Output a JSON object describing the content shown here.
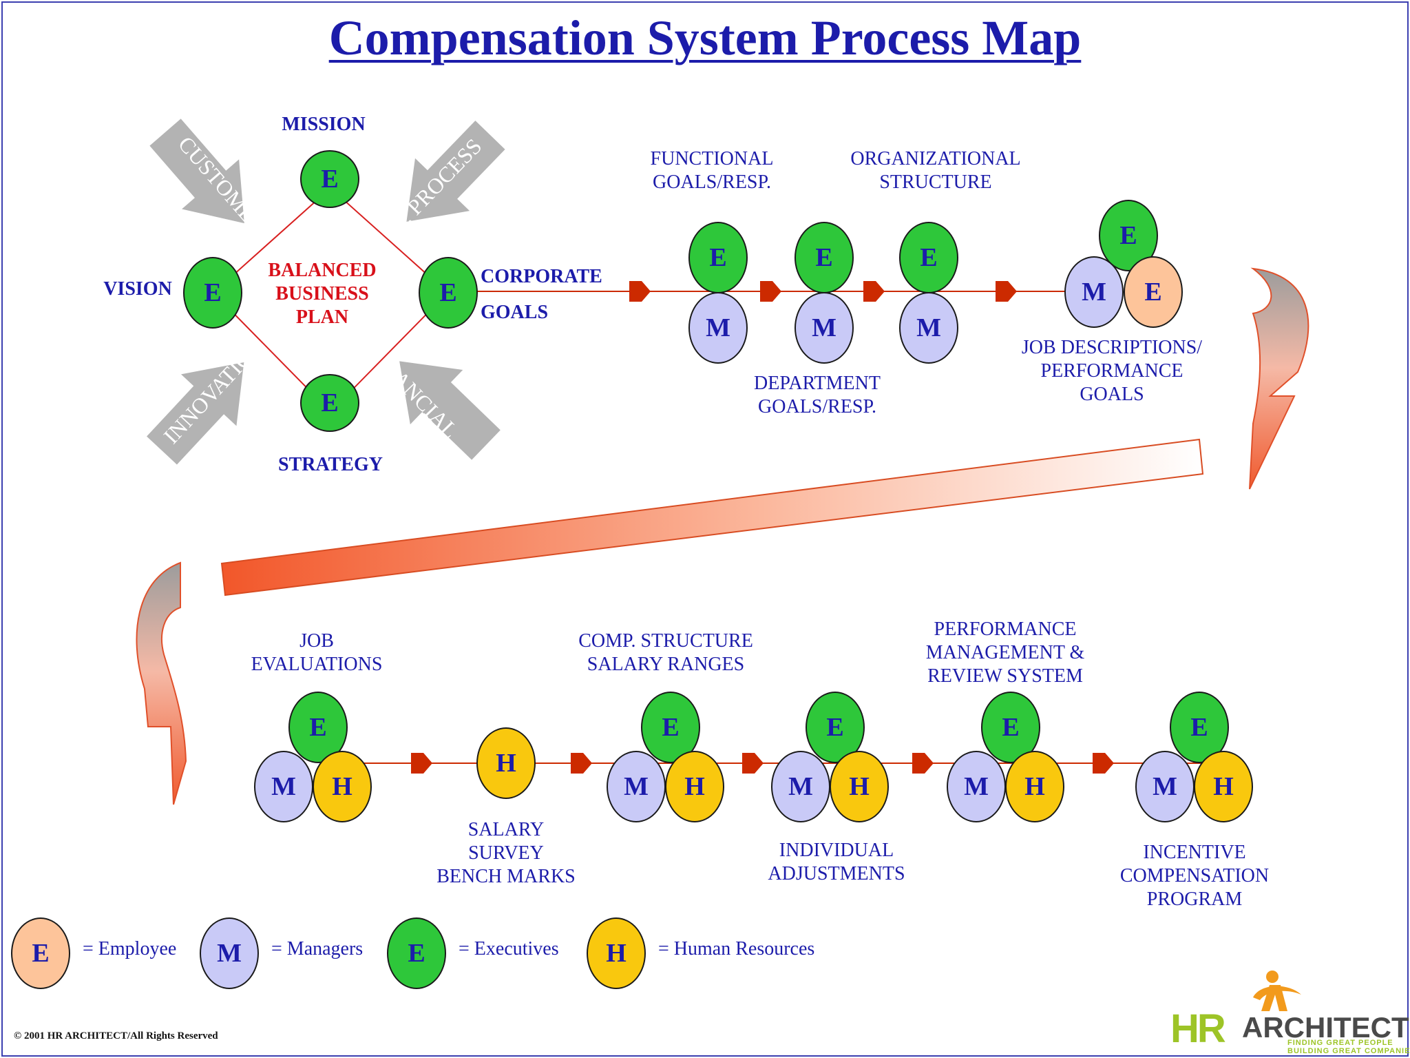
{
  "title": "Compensation System  Process Map",
  "colors": {
    "executives": "#2ec73a",
    "managers": "#c9caf7",
    "human_resources": "#f9c80e",
    "employee": "#fdc49a",
    "text": "#1c1caa",
    "balanced_plan_text": "#d8101a",
    "flow_arrow": "#cc2a00",
    "gray_arrow": "#b3b3b3"
  },
  "balanced_plan": {
    "center_lines": [
      "BALANCED",
      "BUSINESS",
      "PLAN"
    ],
    "perspectives": [
      "CUSTOMERS",
      "INT. PROCESS",
      "INNOVATION",
      "FINANCIAL"
    ],
    "nodes": [
      {
        "label": "MISSION",
        "letter": "E"
      },
      {
        "label": "VISION",
        "letter": "E"
      },
      {
        "label": "STRATEGY",
        "letter": "E"
      },
      {
        "label_lines": [
          "CORPORATE",
          "GOALS"
        ],
        "letter": "E"
      }
    ]
  },
  "row1": {
    "steps": [
      {
        "label_lines": [
          "FUNCTIONAL",
          "GOALS/RESP."
        ],
        "letters": [
          "E",
          "M"
        ]
      },
      {
        "label_lines": [
          "DEPARTMENT",
          "GOALS/RESP."
        ],
        "letters": [
          "E",
          "M"
        ]
      },
      {
        "label_lines": [
          "ORGANIZATIONAL",
          "STRUCTURE"
        ],
        "letters": [
          "E",
          "M"
        ]
      },
      {
        "label_lines": [
          "JOB DESCRIPTIONS/",
          "PERFORMANCE",
          "GOALS"
        ],
        "letters": [
          "E",
          "M",
          "E"
        ]
      }
    ]
  },
  "row2": {
    "steps": [
      {
        "label_lines": [
          "JOB",
          "EVALUATIONS"
        ],
        "letters": [
          "E",
          "M",
          "H"
        ]
      },
      {
        "label_lines": [
          "SALARY",
          "SURVEY",
          "BENCH MARKS"
        ],
        "letters": [
          "H"
        ]
      },
      {
        "label_lines": [
          "COMP. STRUCTURE",
          "SALARY RANGES"
        ],
        "letters": [
          "E",
          "M",
          "H"
        ]
      },
      {
        "label_lines": [
          "INDIVIDUAL",
          "ADJUSTMENTS"
        ],
        "letters": [
          "E",
          "M",
          "H"
        ]
      },
      {
        "label_lines": [
          "PERFORMANCE",
          "MANAGEMENT &",
          "REVIEW SYSTEM"
        ],
        "letters": [
          "E",
          "M",
          "H"
        ]
      },
      {
        "label_lines": [
          "INCENTIVE",
          "COMPENSATION",
          "PROGRAM"
        ],
        "letters": [
          "E",
          "M",
          "H"
        ]
      }
    ]
  },
  "legend": [
    {
      "letter": "E",
      "text": "= Employee",
      "role": "employee"
    },
    {
      "letter": "M",
      "text": "= Managers",
      "role": "managers"
    },
    {
      "letter": "E",
      "text": "= Executives",
      "role": "executives"
    },
    {
      "letter": "H",
      "text": "= Human Resources",
      "role": "human_resources"
    }
  ],
  "copyright": "© 2001 HR ARCHITECT/All Rights Reserved",
  "logo": {
    "part1": "HR",
    "part2": "ARCHITECT",
    "tagline_lines": [
      "FINDING GREAT PEOPLE",
      "BUILDING GREAT COMPANIES"
    ]
  }
}
